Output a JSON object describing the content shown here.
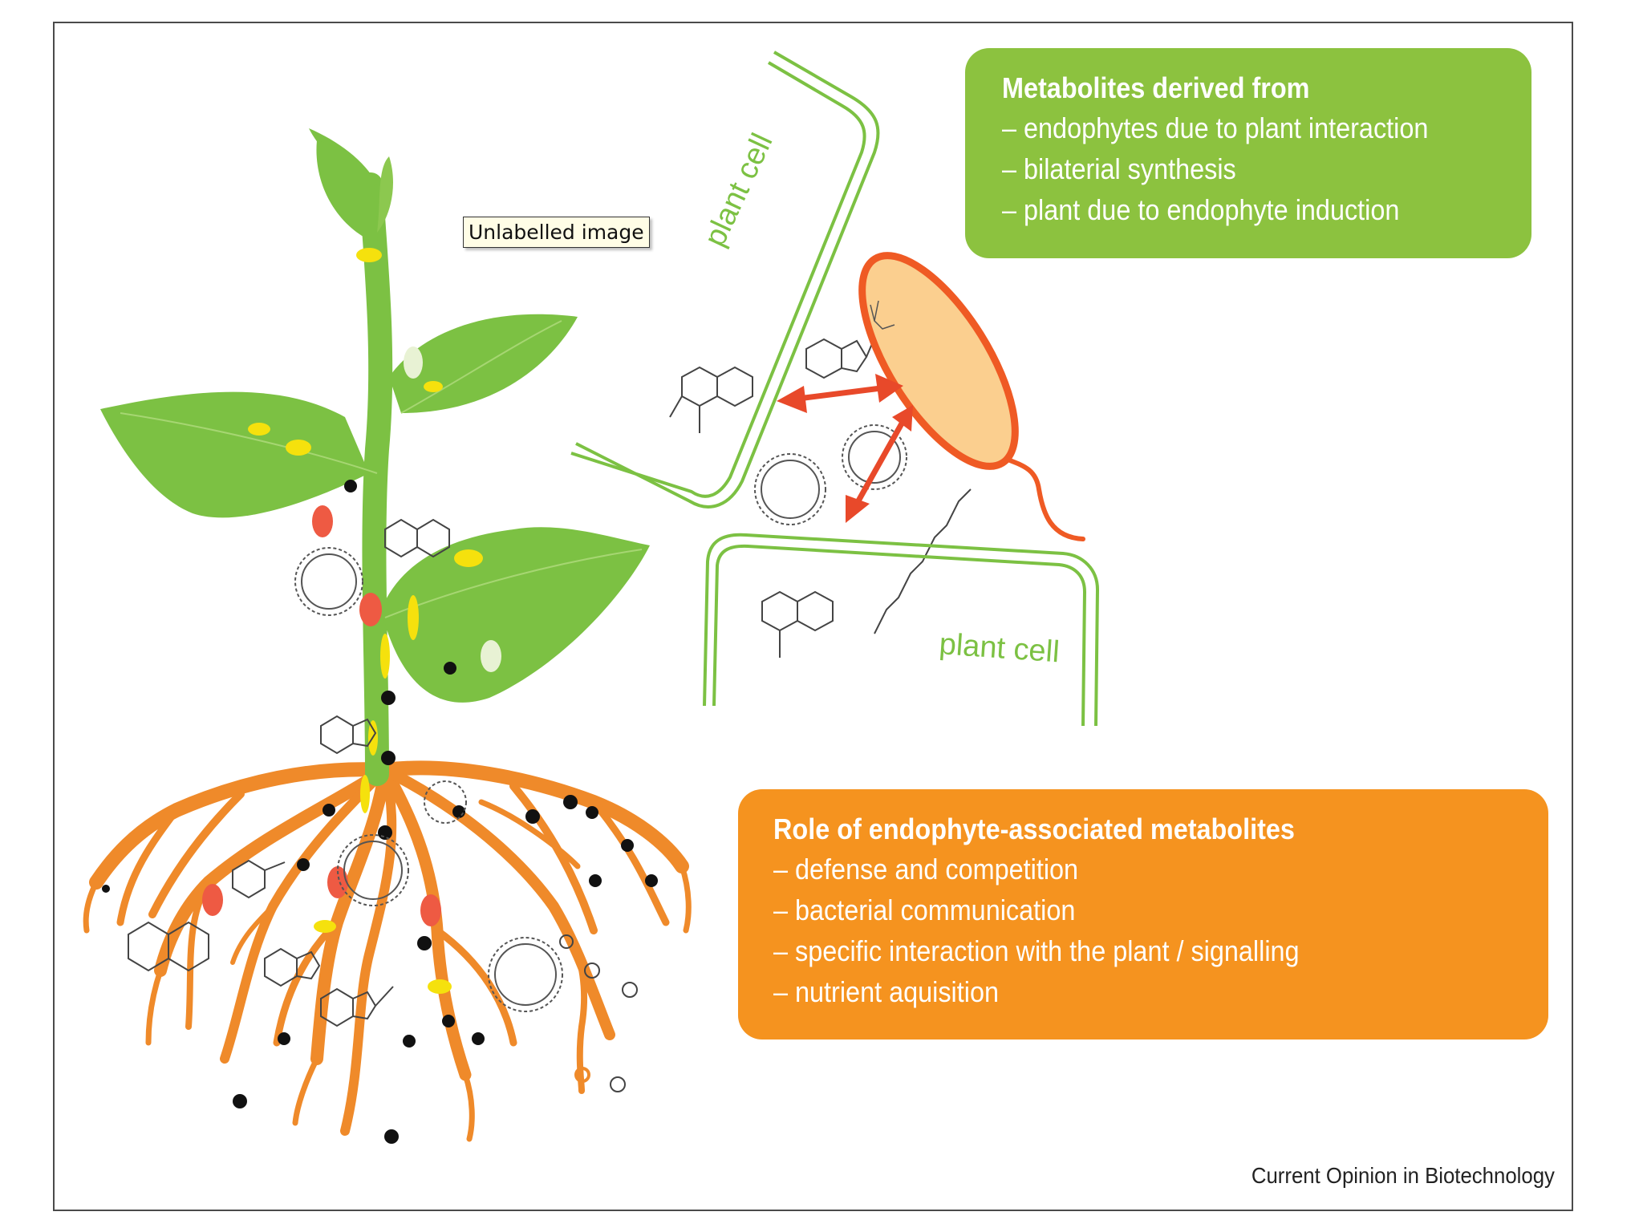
{
  "tooltip": "Unlabelled image",
  "labels": {
    "plant_cell_top": "plant cell",
    "plant_cell_bottom": "plant cell"
  },
  "metabolites_box": {
    "title": "Metabolites derived from",
    "items": [
      "– endophytes due to plant interaction",
      "– bilaterial synthesis",
      "– plant due to endophyte induction"
    ]
  },
  "role_box": {
    "title": "Role of endophyte-associated metabolites",
    "items": [
      "– defense and competition",
      "– bacterial communication",
      "– specific interaction with the plant / signalling",
      "– nutrient aquisition"
    ]
  },
  "credit": "Current Opinion in Biotechnology",
  "colors": {
    "leaf": "#7cc143",
    "root": "#ef8a2a",
    "bacterium_fill": "#fbcf8f",
    "bacterium_outline": "#ef5a24",
    "arrow": "#e8492a",
    "green_box": "#8cc23f",
    "orange_box": "#f5931f"
  },
  "icons": [
    "seedling-plant",
    "bacterium-rod",
    "double-arrow",
    "molecule-structure",
    "siderophore-ring"
  ]
}
